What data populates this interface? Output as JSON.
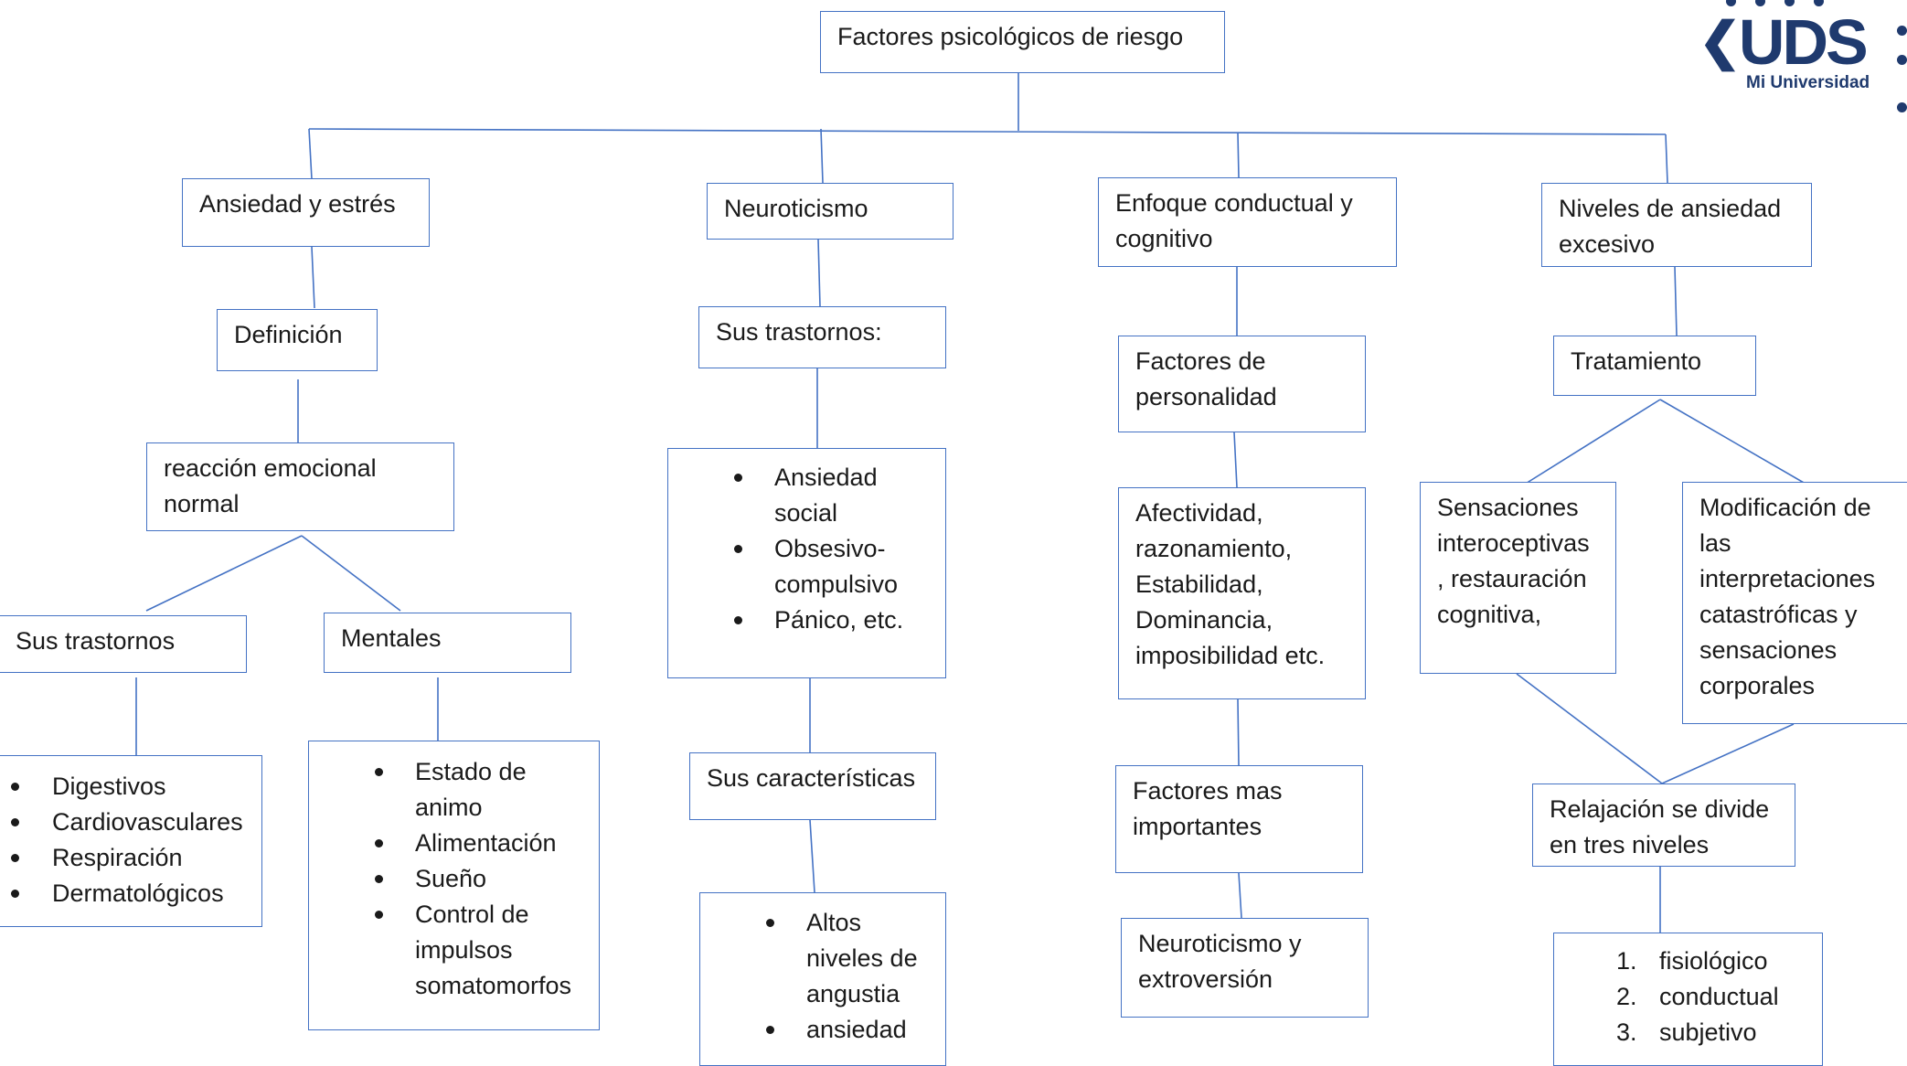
{
  "diagram": {
    "root": "Factores psicológicos de riesgo",
    "branch1": {
      "title": "Ansiedad y estrés",
      "definition_label": "Definición",
      "definition_text": "reacción emocional normal",
      "disorders_label": "Sus trastornos",
      "mental_label": "Mentales",
      "disorders_items": [
        "Digestivos",
        "Cardiovasculares",
        "Respiración",
        "Dermatológicos"
      ],
      "mental_items": [
        "Estado de animo",
        "Alimentación",
        "Sueño",
        "Control de impulsos somatomorfos"
      ]
    },
    "branch2": {
      "title": "Neuroticismo",
      "disorders_label": "Sus trastornos:",
      "disorders_items": [
        "Ansiedad social",
        "Obsesivo-compulsivo",
        "Pánico, etc."
      ],
      "features_label": "Sus características",
      "features_items": [
        "Altos niveles de angustia",
        "ansiedad"
      ]
    },
    "branch3": {
      "title": "Enfoque conductual y cognitivo",
      "personality_label": "Factores de personalidad",
      "personality_text": "Afectividad, razonamiento, Estabilidad, Dominancia, imposibilidad etc.",
      "important_label": "Factores mas importantes",
      "important_text": "Neuroticismo y extroversión"
    },
    "branch4": {
      "title": "Niveles de ansiedad excesivo",
      "treatment_label": "Tratamiento",
      "left_text": "Sensaciones interoceptivas , restauración cognitiva,",
      "right_text": "Modificación de las interpretaciones catastróficas y sensaciones corporales",
      "relax_label": "Relajación se divide en tres niveles",
      "relax_items": [
        "fisiológico",
        "conductual",
        "subjetivo"
      ]
    }
  },
  "logo": {
    "mark": "UDS",
    "subtitle": "Mi Universidad",
    "color": "#1f3a6e"
  },
  "colors": {
    "border": "#4472c4",
    "text": "#1a1a1a",
    "background": "#ffffff"
  }
}
